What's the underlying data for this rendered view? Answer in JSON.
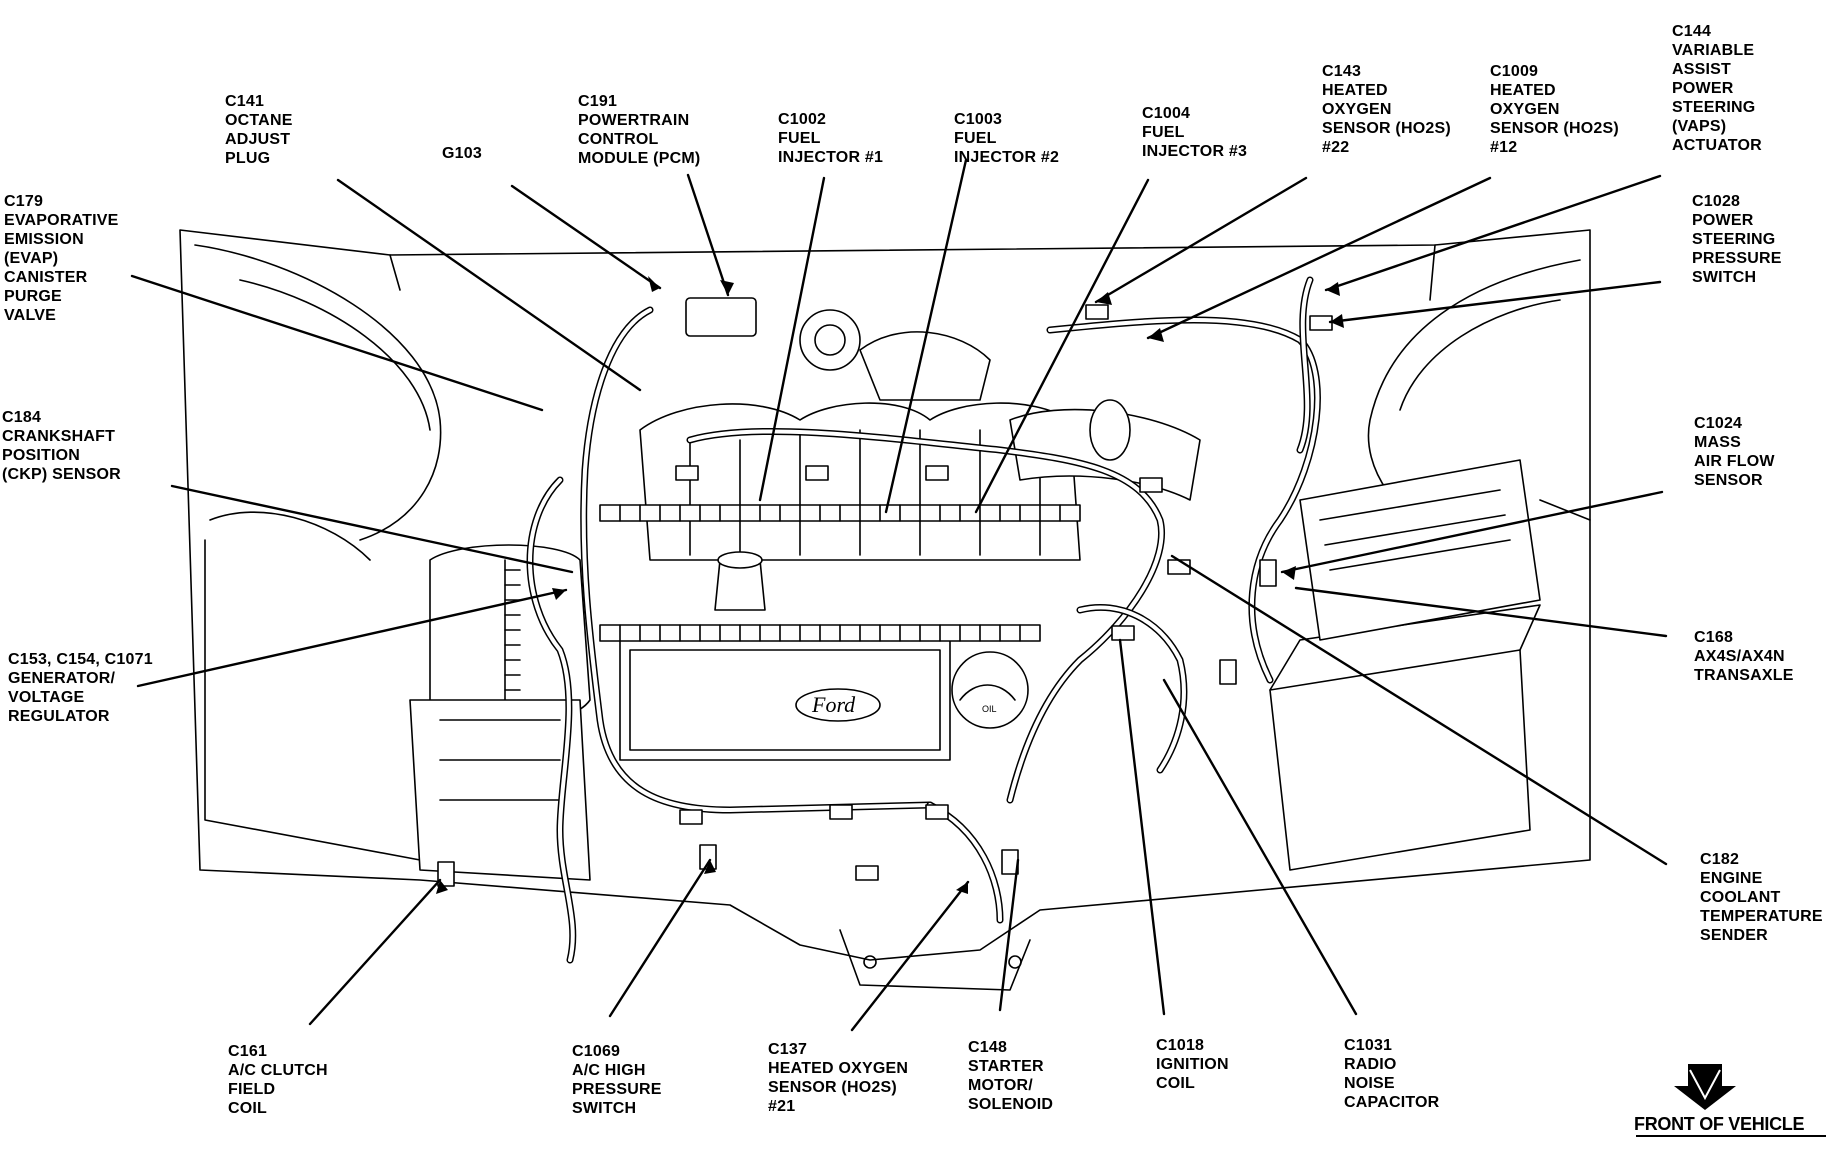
{
  "callouts": [
    {
      "id": "c141",
      "lines": [
        "C141",
        "OCTANE",
        "ADJUST",
        "PLUG"
      ]
    },
    {
      "id": "g103",
      "lines": [
        "G103"
      ]
    },
    {
      "id": "c191",
      "lines": [
        "C191",
        "POWERTRAIN",
        "CONTROL",
        "MODULE (PCM)"
      ]
    },
    {
      "id": "c1002",
      "lines": [
        "C1002",
        "FUEL",
        "INJECTOR #1"
      ]
    },
    {
      "id": "c1003",
      "lines": [
        "C1003",
        "FUEL",
        "INJECTOR #2"
      ]
    },
    {
      "id": "c1004",
      "lines": [
        "C1004",
        "FUEL",
        "INJECTOR #3"
      ]
    },
    {
      "id": "c143",
      "lines": [
        "C143",
        "HEATED",
        "OXYGEN",
        "SENSOR (HO2S)",
        "#22"
      ]
    },
    {
      "id": "c1009",
      "lines": [
        "C1009",
        "HEATED",
        "OXYGEN",
        "SENSOR (HO2S)",
        "#12"
      ]
    },
    {
      "id": "c144",
      "lines": [
        "C144",
        "VARIABLE",
        "ASSIST",
        "POWER",
        "STEERING",
        "(VAPS)",
        "ACTUATOR"
      ]
    },
    {
      "id": "c179",
      "lines": [
        "C179",
        "EVAPORATIVE",
        "EMISSION",
        "(EVAP)",
        "CANISTER",
        "PURGE",
        "VALVE"
      ]
    },
    {
      "id": "c1028",
      "lines": [
        "C1028",
        "POWER",
        "STEERING",
        "PRESSURE",
        "SWITCH"
      ]
    },
    {
      "id": "c184",
      "lines": [
        "C184",
        "CRANKSHAFT",
        "POSITION",
        "(CKP) SENSOR"
      ]
    },
    {
      "id": "c1024",
      "lines": [
        "C1024",
        "MASS",
        "AIR FLOW",
        "SENSOR"
      ]
    },
    {
      "id": "c168",
      "lines": [
        "C168",
        "AX4S/AX4N",
        "TRANSAXLE"
      ]
    },
    {
      "id": "c153",
      "lines": [
        "C153, C154, C1071",
        "GENERATOR/",
        "VOLTAGE",
        "REGULATOR"
      ]
    },
    {
      "id": "c182",
      "lines": [
        "C182",
        "ENGINE",
        "COOLANT",
        "TEMPERATURE",
        "SENDER"
      ]
    },
    {
      "id": "c161",
      "lines": [
        "C161",
        "A/C CLUTCH",
        "FIELD",
        "COIL"
      ]
    },
    {
      "id": "c1069",
      "lines": [
        "C1069",
        "A/C HIGH",
        "PRESSURE",
        "SWITCH"
      ]
    },
    {
      "id": "c137",
      "lines": [
        "C137",
        "HEATED OXYGEN",
        "SENSOR (HO2S)",
        "#21"
      ]
    },
    {
      "id": "c148",
      "lines": [
        "C148",
        "STARTER",
        "MOTOR/",
        "SOLENOID"
      ]
    },
    {
      "id": "c1018",
      "lines": [
        "C1018",
        "IGNITION",
        "COIL"
      ]
    },
    {
      "id": "c1031",
      "lines": [
        "C1031",
        "RADIO",
        "NOISE",
        "CAPACITOR"
      ]
    }
  ],
  "engine": {
    "badge_text": "Ford",
    "coil_text": "OIL"
  },
  "orientation": {
    "label": "FRONT OF VEHICLE",
    "icon": "down-arrow-icon"
  }
}
